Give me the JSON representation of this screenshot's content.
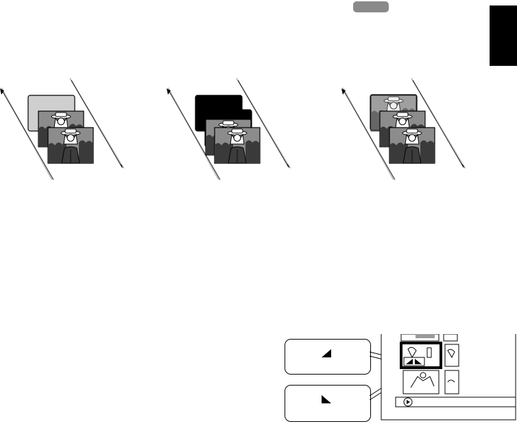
{
  "header": {
    "pill_color": "#8a8a8a",
    "side_tab_color": "#000000"
  },
  "diagrams": [
    {
      "id": "fade-white",
      "back_frame": "light-gray",
      "arrow": "diagonal-double-line"
    },
    {
      "id": "fade-black",
      "back_frame": "black",
      "arrow": "diagonal-double-line"
    },
    {
      "id": "stacked-frames",
      "back_frame": "scene",
      "arrow": "diagonal-double-line"
    }
  ],
  "callouts": [
    {
      "id": "top",
      "icon": "start-point-triangle-icon"
    },
    {
      "id": "bottom",
      "icon": "end-point-triangle-icon"
    }
  ],
  "thumbnail_panel": {
    "play_icon": "play-icon"
  }
}
